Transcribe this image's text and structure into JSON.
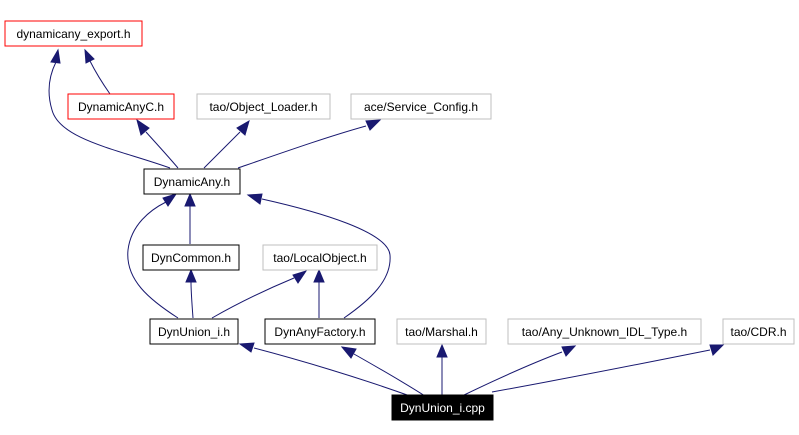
{
  "colors": {
    "edge": "#191970",
    "border_plain": "#000000",
    "border_red": "#ff0000",
    "border_gray": "#bfbfbf",
    "focus_fill": "#000000",
    "focus_text": "#ffffff"
  },
  "nodes": {
    "dynamicany_export": {
      "label": "dynamicany_export.h",
      "style": "red"
    },
    "dynamicanyc": {
      "label": "DynamicAnyC.h",
      "style": "red"
    },
    "object_loader": {
      "label": "tao/Object_Loader.h",
      "style": "gray"
    },
    "service_config": {
      "label": "ace/Service_Config.h",
      "style": "gray"
    },
    "dynamicany": {
      "label": "DynamicAny.h",
      "style": "plain"
    },
    "dyncommon": {
      "label": "DynCommon.h",
      "style": "plain"
    },
    "localobject": {
      "label": "tao/LocalObject.h",
      "style": "gray"
    },
    "dynunion_h": {
      "label": "DynUnion_i.h",
      "style": "plain"
    },
    "dynanyfactory": {
      "label": "DynAnyFactory.h",
      "style": "plain"
    },
    "marshal": {
      "label": "tao/Marshal.h",
      "style": "gray"
    },
    "any_unknown": {
      "label": "tao/Any_Unknown_IDL_Type.h",
      "style": "gray"
    },
    "cdr": {
      "label": "tao/CDR.h",
      "style": "gray"
    },
    "dynunion_cpp": {
      "label": "DynUnion_i.cpp",
      "style": "focus"
    }
  },
  "edges": [
    {
      "from": "dynamicanyc",
      "to": "dynamicany_export"
    },
    {
      "from": "dynamicany",
      "to": "dynamicany_export"
    },
    {
      "from": "dynamicany",
      "to": "dynamicanyc"
    },
    {
      "from": "dynamicany",
      "to": "object_loader"
    },
    {
      "from": "dynamicany",
      "to": "service_config"
    },
    {
      "from": "dyncommon",
      "to": "dynamicany"
    },
    {
      "from": "dynunion_h",
      "to": "dynamicany"
    },
    {
      "from": "dynunion_h",
      "to": "dyncommon"
    },
    {
      "from": "dynunion_h",
      "to": "localobject"
    },
    {
      "from": "dynanyfactory",
      "to": "localobject"
    },
    {
      "from": "dynanyfactory",
      "to": "dynamicany"
    },
    {
      "from": "dynunion_cpp",
      "to": "dynunion_h"
    },
    {
      "from": "dynunion_cpp",
      "to": "dynanyfactory"
    },
    {
      "from": "dynunion_cpp",
      "to": "marshal"
    },
    {
      "from": "dynunion_cpp",
      "to": "any_unknown"
    },
    {
      "from": "dynunion_cpp",
      "to": "cdr"
    }
  ]
}
